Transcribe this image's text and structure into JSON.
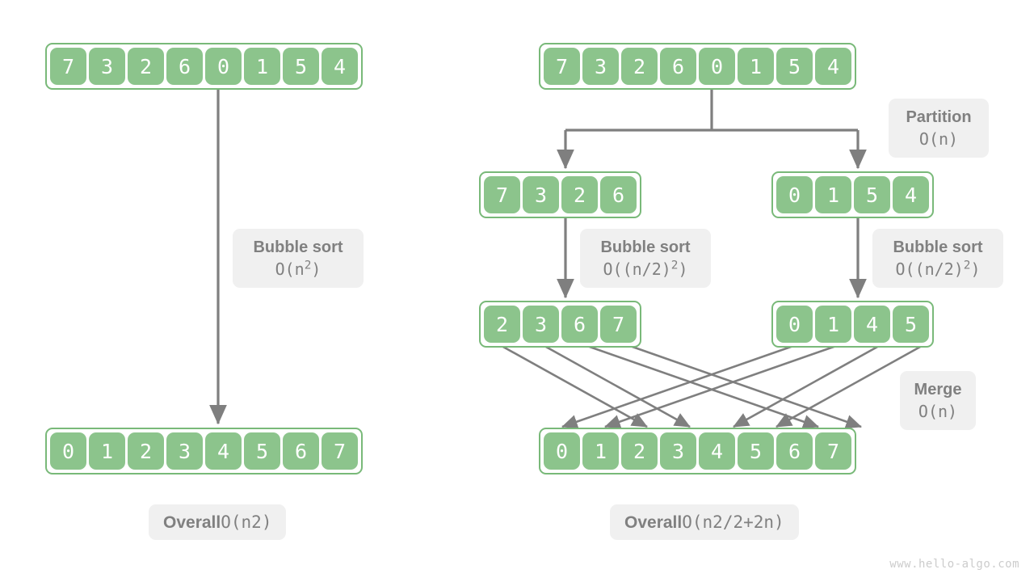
{
  "colors": {
    "cell_fill": "#8cc48c",
    "array_border": "#79b979",
    "chip_bg": "#f0f0f0",
    "chip_text": "#808080",
    "arrow": "#7f7f7f",
    "background": "#ffffff",
    "watermark": "#cccccc"
  },
  "watermark": "www.hello-algo.com",
  "left": {
    "input_array": [
      "7",
      "3",
      "2",
      "6",
      "0",
      "1",
      "5",
      "4"
    ],
    "output_array": [
      "0",
      "1",
      "2",
      "3",
      "4",
      "5",
      "6",
      "7"
    ],
    "step_label": {
      "title": "Bubble sort",
      "formula": "O(n²)",
      "formula_base": "O(n",
      "formula_sup": "2",
      "formula_tail": ")"
    },
    "overall_label": {
      "prefix": "Overall ",
      "formula_base": "O(n",
      "formula_sup": "2",
      "formula_tail": ")",
      "full": "Overall O(n²)"
    }
  },
  "right": {
    "input_array": [
      "7",
      "3",
      "2",
      "6",
      "0",
      "1",
      "5",
      "4"
    ],
    "left_half": [
      "7",
      "3",
      "2",
      "6"
    ],
    "right_half": [
      "0",
      "1",
      "5",
      "4"
    ],
    "left_half_sorted": [
      "2",
      "3",
      "6",
      "7"
    ],
    "right_half_sorted": [
      "0",
      "1",
      "4",
      "5"
    ],
    "output_array": [
      "0",
      "1",
      "2",
      "3",
      "4",
      "5",
      "6",
      "7"
    ],
    "partition_label": {
      "title": "Partition",
      "formula": "O(n)"
    },
    "bubble_left_label": {
      "title": "Bubble sort",
      "formula": "O((n/2)²)",
      "formula_base": "O((n/2)",
      "formula_sup": "2",
      "formula_tail": ")"
    },
    "bubble_right_label": {
      "title": "Bubble sort",
      "formula": "O((n/2)²)",
      "formula_base": "O((n/2)",
      "formula_sup": "2",
      "formula_tail": ")"
    },
    "merge_label": {
      "title": "Merge",
      "formula": "O(n)"
    },
    "overall_label": {
      "prefix": "Overall ",
      "formula_base": "O(n",
      "formula_sup": "2",
      "formula_tail": "/2+2n)",
      "full": "Overall O(n²/2+2n)"
    },
    "merge_mapping": [
      {
        "from_side": "left",
        "from_index": 0,
        "to_index": 2
      },
      {
        "from_side": "left",
        "from_index": 1,
        "to_index": 3
      },
      {
        "from_side": "left",
        "from_index": 2,
        "to_index": 6
      },
      {
        "from_side": "left",
        "from_index": 3,
        "to_index": 7
      },
      {
        "from_side": "right",
        "from_index": 0,
        "to_index": 0
      },
      {
        "from_side": "right",
        "from_index": 1,
        "to_index": 1
      },
      {
        "from_side": "right",
        "from_index": 2,
        "to_index": 4
      },
      {
        "from_side": "right",
        "from_index": 3,
        "to_index": 5
      }
    ]
  }
}
